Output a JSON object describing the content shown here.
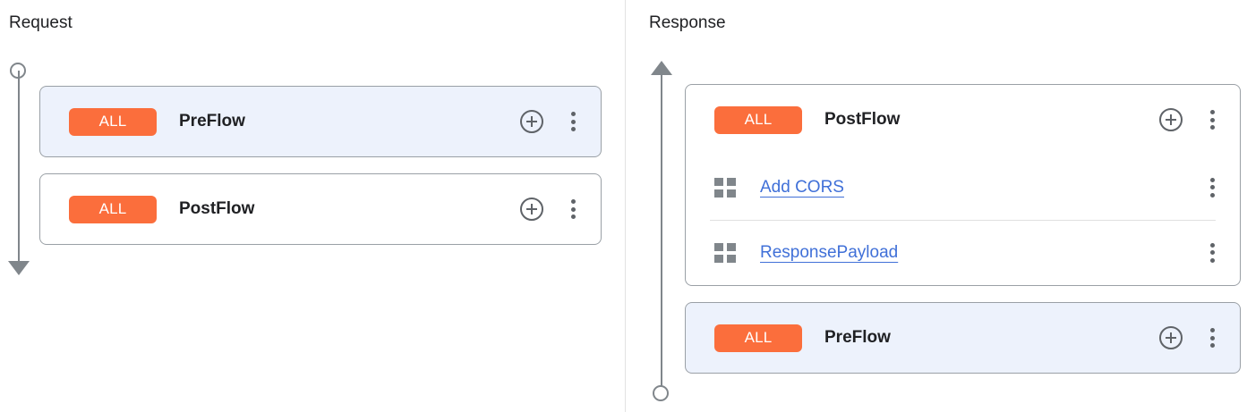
{
  "panels": [
    {
      "title": "Request",
      "arrow": {
        "name": "request-flow-arrow",
        "direction": "down"
      },
      "cards": [
        {
          "name": "preflow-card",
          "badge": "ALL",
          "title": "PreFlow",
          "selected": true,
          "add_icon": "add-circle-icon",
          "menu_icon": "more-vert-icon",
          "policies": []
        },
        {
          "name": "postflow-card",
          "badge": "ALL",
          "title": "PostFlow",
          "selected": false,
          "add_icon": "add-circle-icon",
          "menu_icon": "more-vert-icon",
          "policies": []
        }
      ]
    },
    {
      "title": "Response",
      "arrow": {
        "name": "response-flow-arrow",
        "direction": "up"
      },
      "cards": [
        {
          "name": "postflow-card",
          "badge": "ALL",
          "title": "PostFlow",
          "selected": false,
          "add_icon": "add-circle-icon",
          "menu_icon": "more-vert-icon",
          "policies": [
            {
              "name": "policy-add-cors",
              "label": "Add CORS",
              "drag_icon": "drag-grid-icon",
              "menu_icon": "more-vert-icon"
            },
            {
              "name": "policy-response-payload",
              "label": "ResponsePayload",
              "drag_icon": "drag-grid-icon",
              "menu_icon": "more-vert-icon"
            }
          ]
        },
        {
          "name": "preflow-card",
          "badge": "ALL",
          "title": "PreFlow",
          "selected": true,
          "add_icon": "add-circle-icon",
          "menu_icon": "more-vert-icon",
          "policies": []
        }
      ]
    }
  ],
  "colors": {
    "badge_background": "#fb6e3c",
    "badge_text": "#ffffff",
    "selected_card_background": "#edf2fc",
    "card_border": "#9aa0a6",
    "link": "#4070d8",
    "arrow": "#80868b",
    "icon": "#5f6368",
    "panel_divider": "#e3e3e3",
    "row_divider": "#e0e0e0"
  }
}
